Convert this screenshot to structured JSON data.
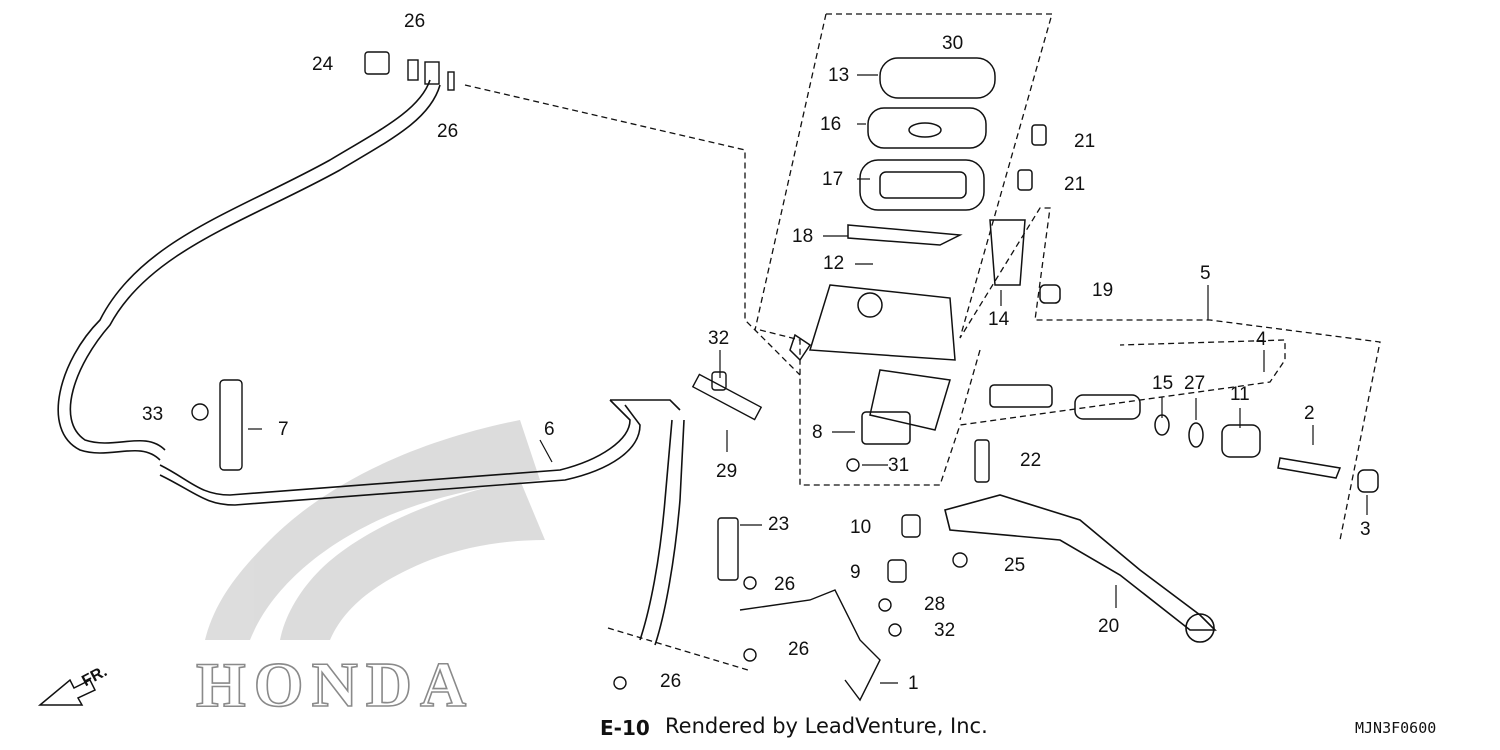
{
  "callouts": [
    {
      "id": "c1",
      "text": "1"
    },
    {
      "id": "c2",
      "text": "2"
    },
    {
      "id": "c3",
      "text": "3"
    },
    {
      "id": "c4",
      "text": "4"
    },
    {
      "id": "c5",
      "text": "5"
    },
    {
      "id": "c6",
      "text": "6"
    },
    {
      "id": "c7",
      "text": "7"
    },
    {
      "id": "c8",
      "text": "8"
    },
    {
      "id": "c9",
      "text": "9"
    },
    {
      "id": "c10",
      "text": "10"
    },
    {
      "id": "c11",
      "text": "11"
    },
    {
      "id": "c12",
      "text": "12"
    },
    {
      "id": "c13",
      "text": "13"
    },
    {
      "id": "c14",
      "text": "14"
    },
    {
      "id": "c15",
      "text": "15"
    },
    {
      "id": "c16",
      "text": "16"
    },
    {
      "id": "c17",
      "text": "17"
    },
    {
      "id": "c18",
      "text": "18"
    },
    {
      "id": "c19",
      "text": "19"
    },
    {
      "id": "c20",
      "text": "20"
    },
    {
      "id": "c21a",
      "text": "21"
    },
    {
      "id": "c21b",
      "text": "21"
    },
    {
      "id": "c22",
      "text": "22"
    },
    {
      "id": "c23",
      "text": "23"
    },
    {
      "id": "c24",
      "text": "24"
    },
    {
      "id": "c25",
      "text": "25"
    },
    {
      "id": "c26a",
      "text": "26"
    },
    {
      "id": "c26b",
      "text": "26"
    },
    {
      "id": "c26c",
      "text": "26"
    },
    {
      "id": "c26d",
      "text": "26"
    },
    {
      "id": "c26e",
      "text": "26"
    },
    {
      "id": "c27",
      "text": "27"
    },
    {
      "id": "c28",
      "text": "28"
    },
    {
      "id": "c29",
      "text": "29"
    },
    {
      "id": "c30",
      "text": "30"
    },
    {
      "id": "c31",
      "text": "31"
    },
    {
      "id": "c32a",
      "text": "32"
    },
    {
      "id": "c32b",
      "text": "32"
    },
    {
      "id": "c33",
      "text": "33"
    }
  ],
  "footer": {
    "ref": "E-10",
    "credit": "Rendered by LeadVenture, Inc.",
    "code": "MJN3F0600"
  },
  "direction_label": "FR.",
  "brand_word": "HONDA",
  "colors": {
    "line": "#111111",
    "watermark": "#8a8a8a"
  }
}
